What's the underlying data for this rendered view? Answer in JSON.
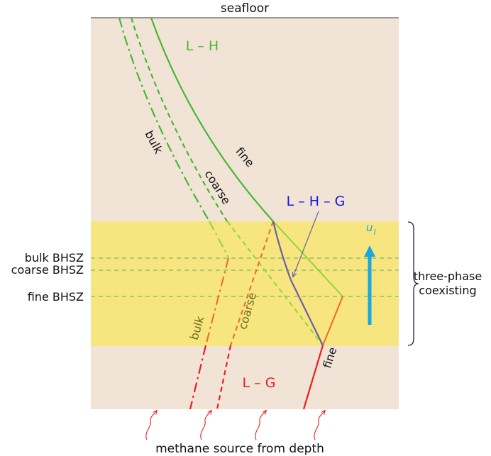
{
  "labels": {
    "seafloor": "seafloor",
    "zone_lh": "L – H",
    "zone_lhg": "L – H – G",
    "zone_lg": "L – G",
    "curve_bulk": "bulk",
    "curve_coarse": "coarse",
    "curve_fine": "fine",
    "bulk_bhsz": "bulk BHSZ",
    "coarse_bhsz": "coarse BHSZ",
    "fine_bhsz": "fine BHSZ",
    "three_phase_line1": "three-phase",
    "three_phase_line2": "coexisting",
    "velocity": "u",
    "velocity_sub": "l",
    "methane_source": "methane source from depth"
  },
  "colors": {
    "sediment": "#f1e4d7",
    "three_phase_band": "#f7e680",
    "green": "#46b832",
    "light_green": "#8fd63a",
    "red": "#e82020",
    "orange": "#ef6a1f",
    "purple": "#6a5fa6",
    "blue_text": "#1616d8",
    "cyan_arrow": "#1aa7e2",
    "bhsz_dash": "#6aaa5a"
  }
}
